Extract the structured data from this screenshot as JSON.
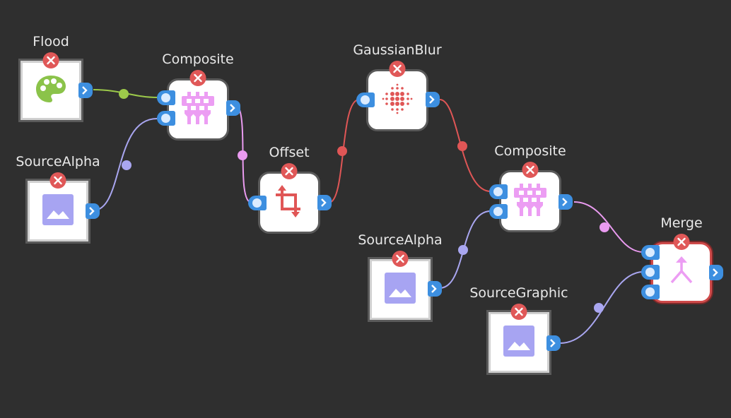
{
  "nodes": {
    "flood": {
      "title": "Flood",
      "icon": "palette-icon"
    },
    "source_alpha_1": {
      "title": "SourceAlpha",
      "icon": "image-icon"
    },
    "composite_1": {
      "title": "Composite",
      "icon": "composite-icon"
    },
    "offset": {
      "title": "Offset",
      "icon": "crop-icon"
    },
    "gaussian_blur": {
      "title": "GaussianBlur",
      "icon": "blur-icon"
    },
    "composite_2": {
      "title": "Composite",
      "icon": "composite-icon"
    },
    "source_alpha_2": {
      "title": "SourceAlpha",
      "icon": "image-icon"
    },
    "source_graphic": {
      "title": "SourceGraphic",
      "icon": "image-icon"
    },
    "merge": {
      "title": "Merge",
      "icon": "merge-icon"
    }
  },
  "colors": {
    "background": "#2f2f2f",
    "port": "#3d8fe0",
    "close": "#e05858",
    "edge_green": "#9cc94a",
    "edge_lavender": "#a9a6f0",
    "edge_pink": "#ea9bf0",
    "edge_red": "#e05656",
    "merge_border": "#cf4a4a"
  }
}
